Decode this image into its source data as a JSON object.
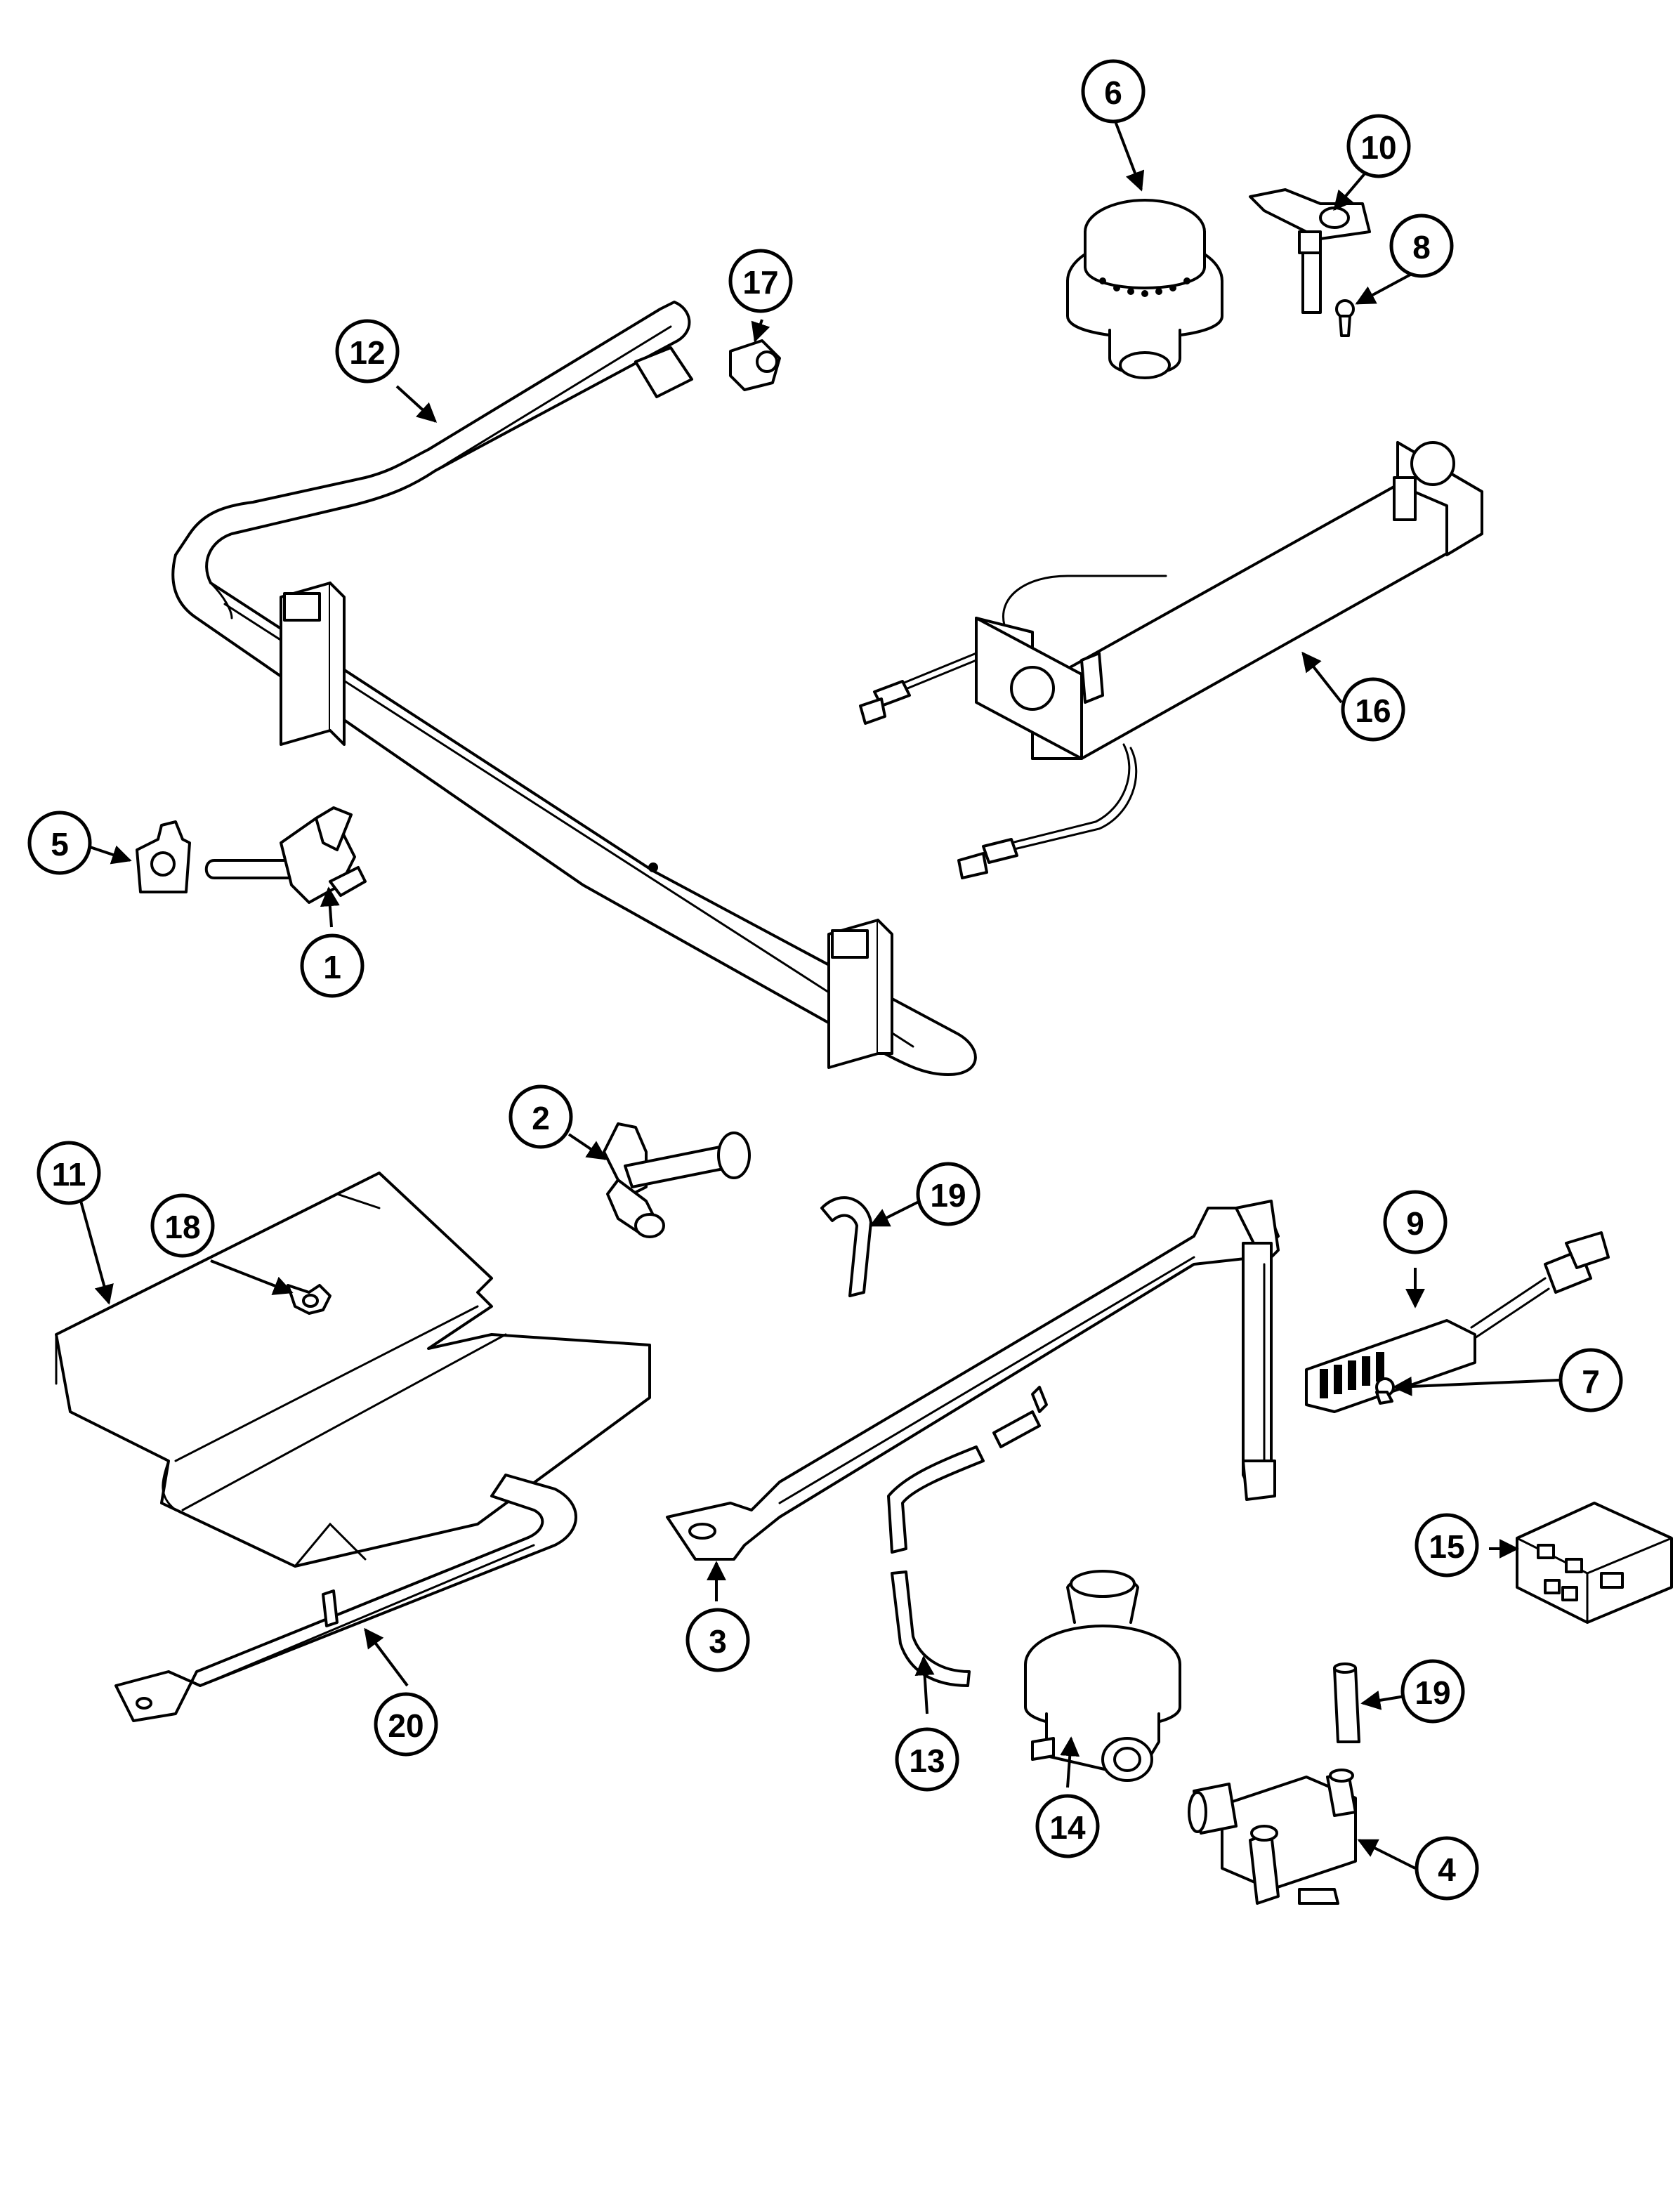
{
  "callouts": [
    {
      "id": "c1",
      "label": "1"
    },
    {
      "id": "c2",
      "label": "2"
    },
    {
      "id": "c3",
      "label": "3"
    },
    {
      "id": "c4",
      "label": "4"
    },
    {
      "id": "c5",
      "label": "5"
    },
    {
      "id": "c6",
      "label": "6"
    },
    {
      "id": "c7",
      "label": "7"
    },
    {
      "id": "c8",
      "label": "8"
    },
    {
      "id": "c9",
      "label": "9"
    },
    {
      "id": "c10",
      "label": "10"
    },
    {
      "id": "c11",
      "label": "11"
    },
    {
      "id": "c12",
      "label": "12"
    },
    {
      "id": "c13",
      "label": "13"
    },
    {
      "id": "c14",
      "label": "14"
    },
    {
      "id": "c15",
      "label": "15"
    },
    {
      "id": "c16",
      "label": "16"
    },
    {
      "id": "c17",
      "label": "17"
    },
    {
      "id": "c18",
      "label": "18"
    },
    {
      "id": "c19a",
      "label": "19"
    },
    {
      "id": "c19b",
      "label": "19"
    },
    {
      "id": "c20",
      "label": "20"
    }
  ]
}
